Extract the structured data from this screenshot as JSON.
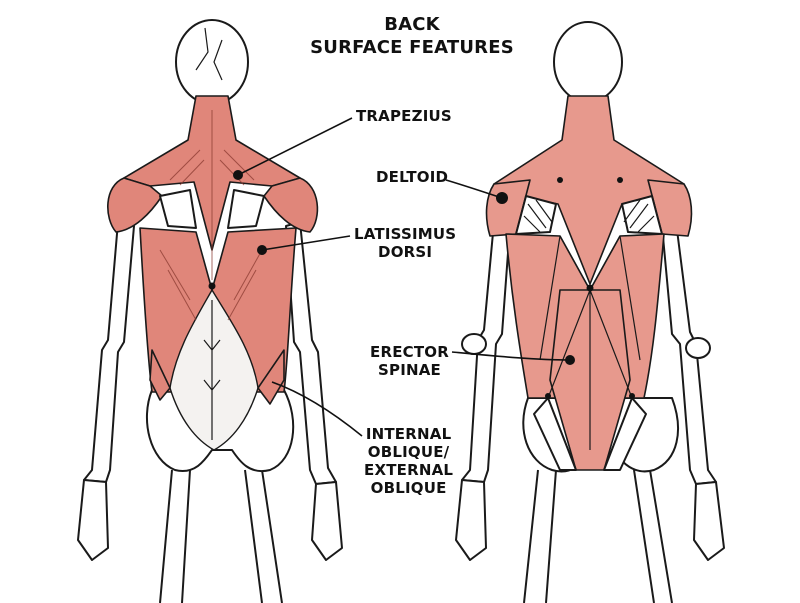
{
  "title": {
    "line1": "BACK",
    "line2": "SURFACE FEATURES"
  },
  "labels": {
    "trapezius": "TRAPEZIUS",
    "deltoid": "DELTOID",
    "latissimus_line1": "LATISSIMUS",
    "latissimus_line2": "DORSI",
    "erector_line1": "ERECTOR",
    "erector_line2": "SPINAE",
    "oblique_line1": "INTERNAL",
    "oblique_line2": "OBLIQUE/",
    "oblique_line3": "EXTERNAL",
    "oblique_line4": "OBLIQUE"
  },
  "colors": {
    "muscle": "#e0867a",
    "muscle_flat": "#e7998d",
    "outline": "#1a1a1a"
  }
}
